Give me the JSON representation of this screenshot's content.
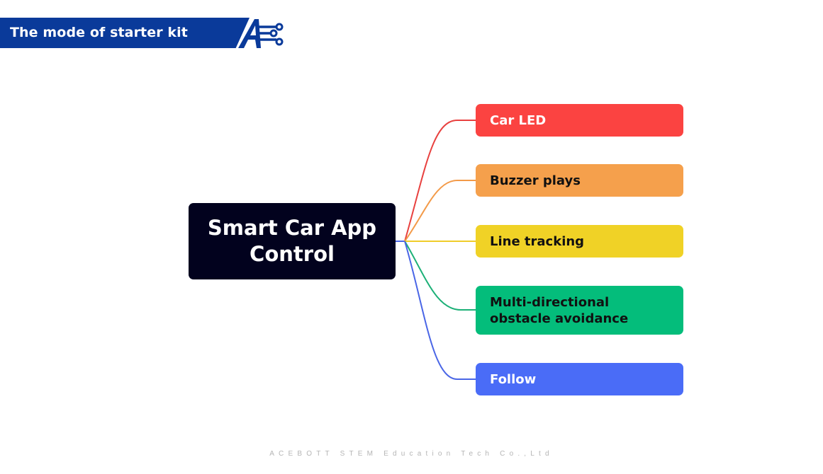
{
  "header": {
    "title": "The mode of starter kit",
    "bar_color": "#0a3a9a",
    "logo": "acebott-circuit-a-logo"
  },
  "diagram": {
    "type": "mind-map",
    "root": {
      "label": "Smart Car App Control",
      "color": "#02021e",
      "text_color": "#ffffff"
    },
    "branches": [
      {
        "label": "Car LED",
        "color": "#fb4341",
        "text_color": "#ffffff",
        "line_color": "#e8413f"
      },
      {
        "label": "Buzzer plays",
        "color": "#f5a04c",
        "text_color": "#111111",
        "line_color": "#f39a48"
      },
      {
        "label": "Line tracking",
        "color": "#f0d226",
        "text_color": "#111111",
        "line_color": "#f0cd2a"
      },
      {
        "label": "Multi-directional obstacle avoidance",
        "color": "#04bd7b",
        "text_color": "#111111",
        "line_color": "#1cb077"
      },
      {
        "label": "Follow",
        "color": "#4a6cf7",
        "text_color": "#ffffff",
        "line_color": "#4a66e6"
      }
    ]
  },
  "footer": {
    "text": "ACEBOTT STEM Education Tech Co.,Ltd"
  }
}
